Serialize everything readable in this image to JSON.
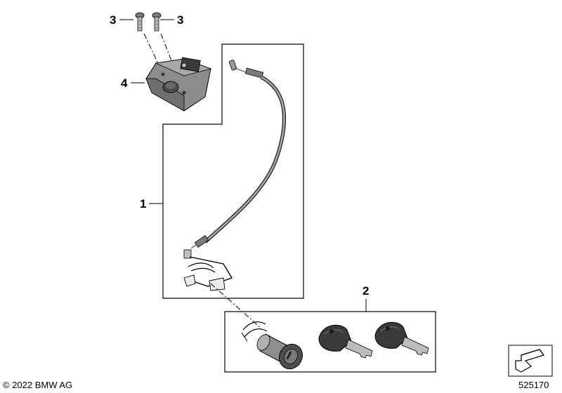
{
  "callouts": {
    "c1": "1",
    "c2": "2",
    "c3a": "3",
    "c3b": "3",
    "c4": "4"
  },
  "footer": {
    "copyright": "© 2022 BMW AG",
    "diagram_number": "525170"
  },
  "colors": {
    "line": "#000000",
    "part_gray": "#8c8c8c",
    "part_dark": "#3a3a3a",
    "cable": "#9a9a9a"
  }
}
